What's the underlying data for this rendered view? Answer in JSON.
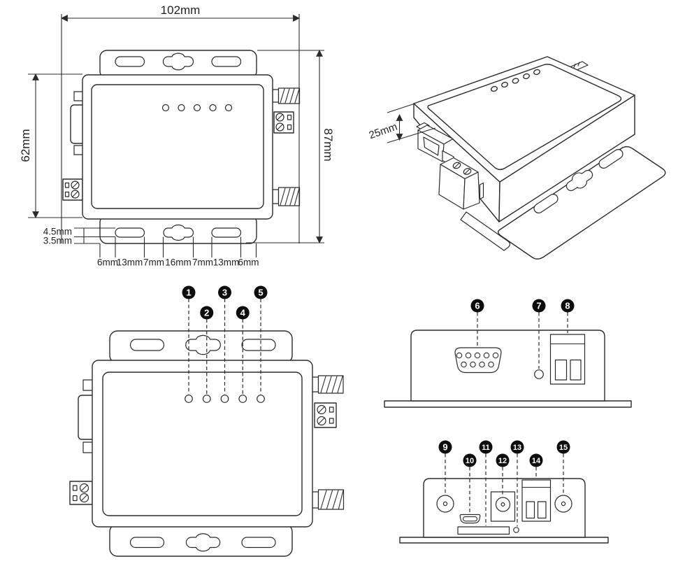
{
  "figure": {
    "background": "#ffffff",
    "line_color": "#2b2b2b",
    "callout_bg": "#0d0d0d",
    "callout_text": "#ffffff"
  },
  "top_view": {
    "width_label": "102mm",
    "left_height_label": "62mm",
    "right_height_label": "87mm",
    "slot_height_label": "4.5mm",
    "flange_offset_label": "3.5mm",
    "bottom_chain": [
      "6mm",
      "13mm",
      "7mm",
      "16mm",
      "7mm",
      "13mm",
      "6mm"
    ]
  },
  "iso_view": {
    "height_label": "25mm"
  },
  "led_view": {
    "callouts": [
      "1",
      "2",
      "3",
      "4",
      "5"
    ]
  },
  "front_panel_view": {
    "callouts": [
      "6",
      "7",
      "8"
    ]
  },
  "bottom_panel_view": {
    "callouts": [
      "9",
      "10",
      "11",
      "12",
      "13",
      "14",
      "15"
    ]
  }
}
